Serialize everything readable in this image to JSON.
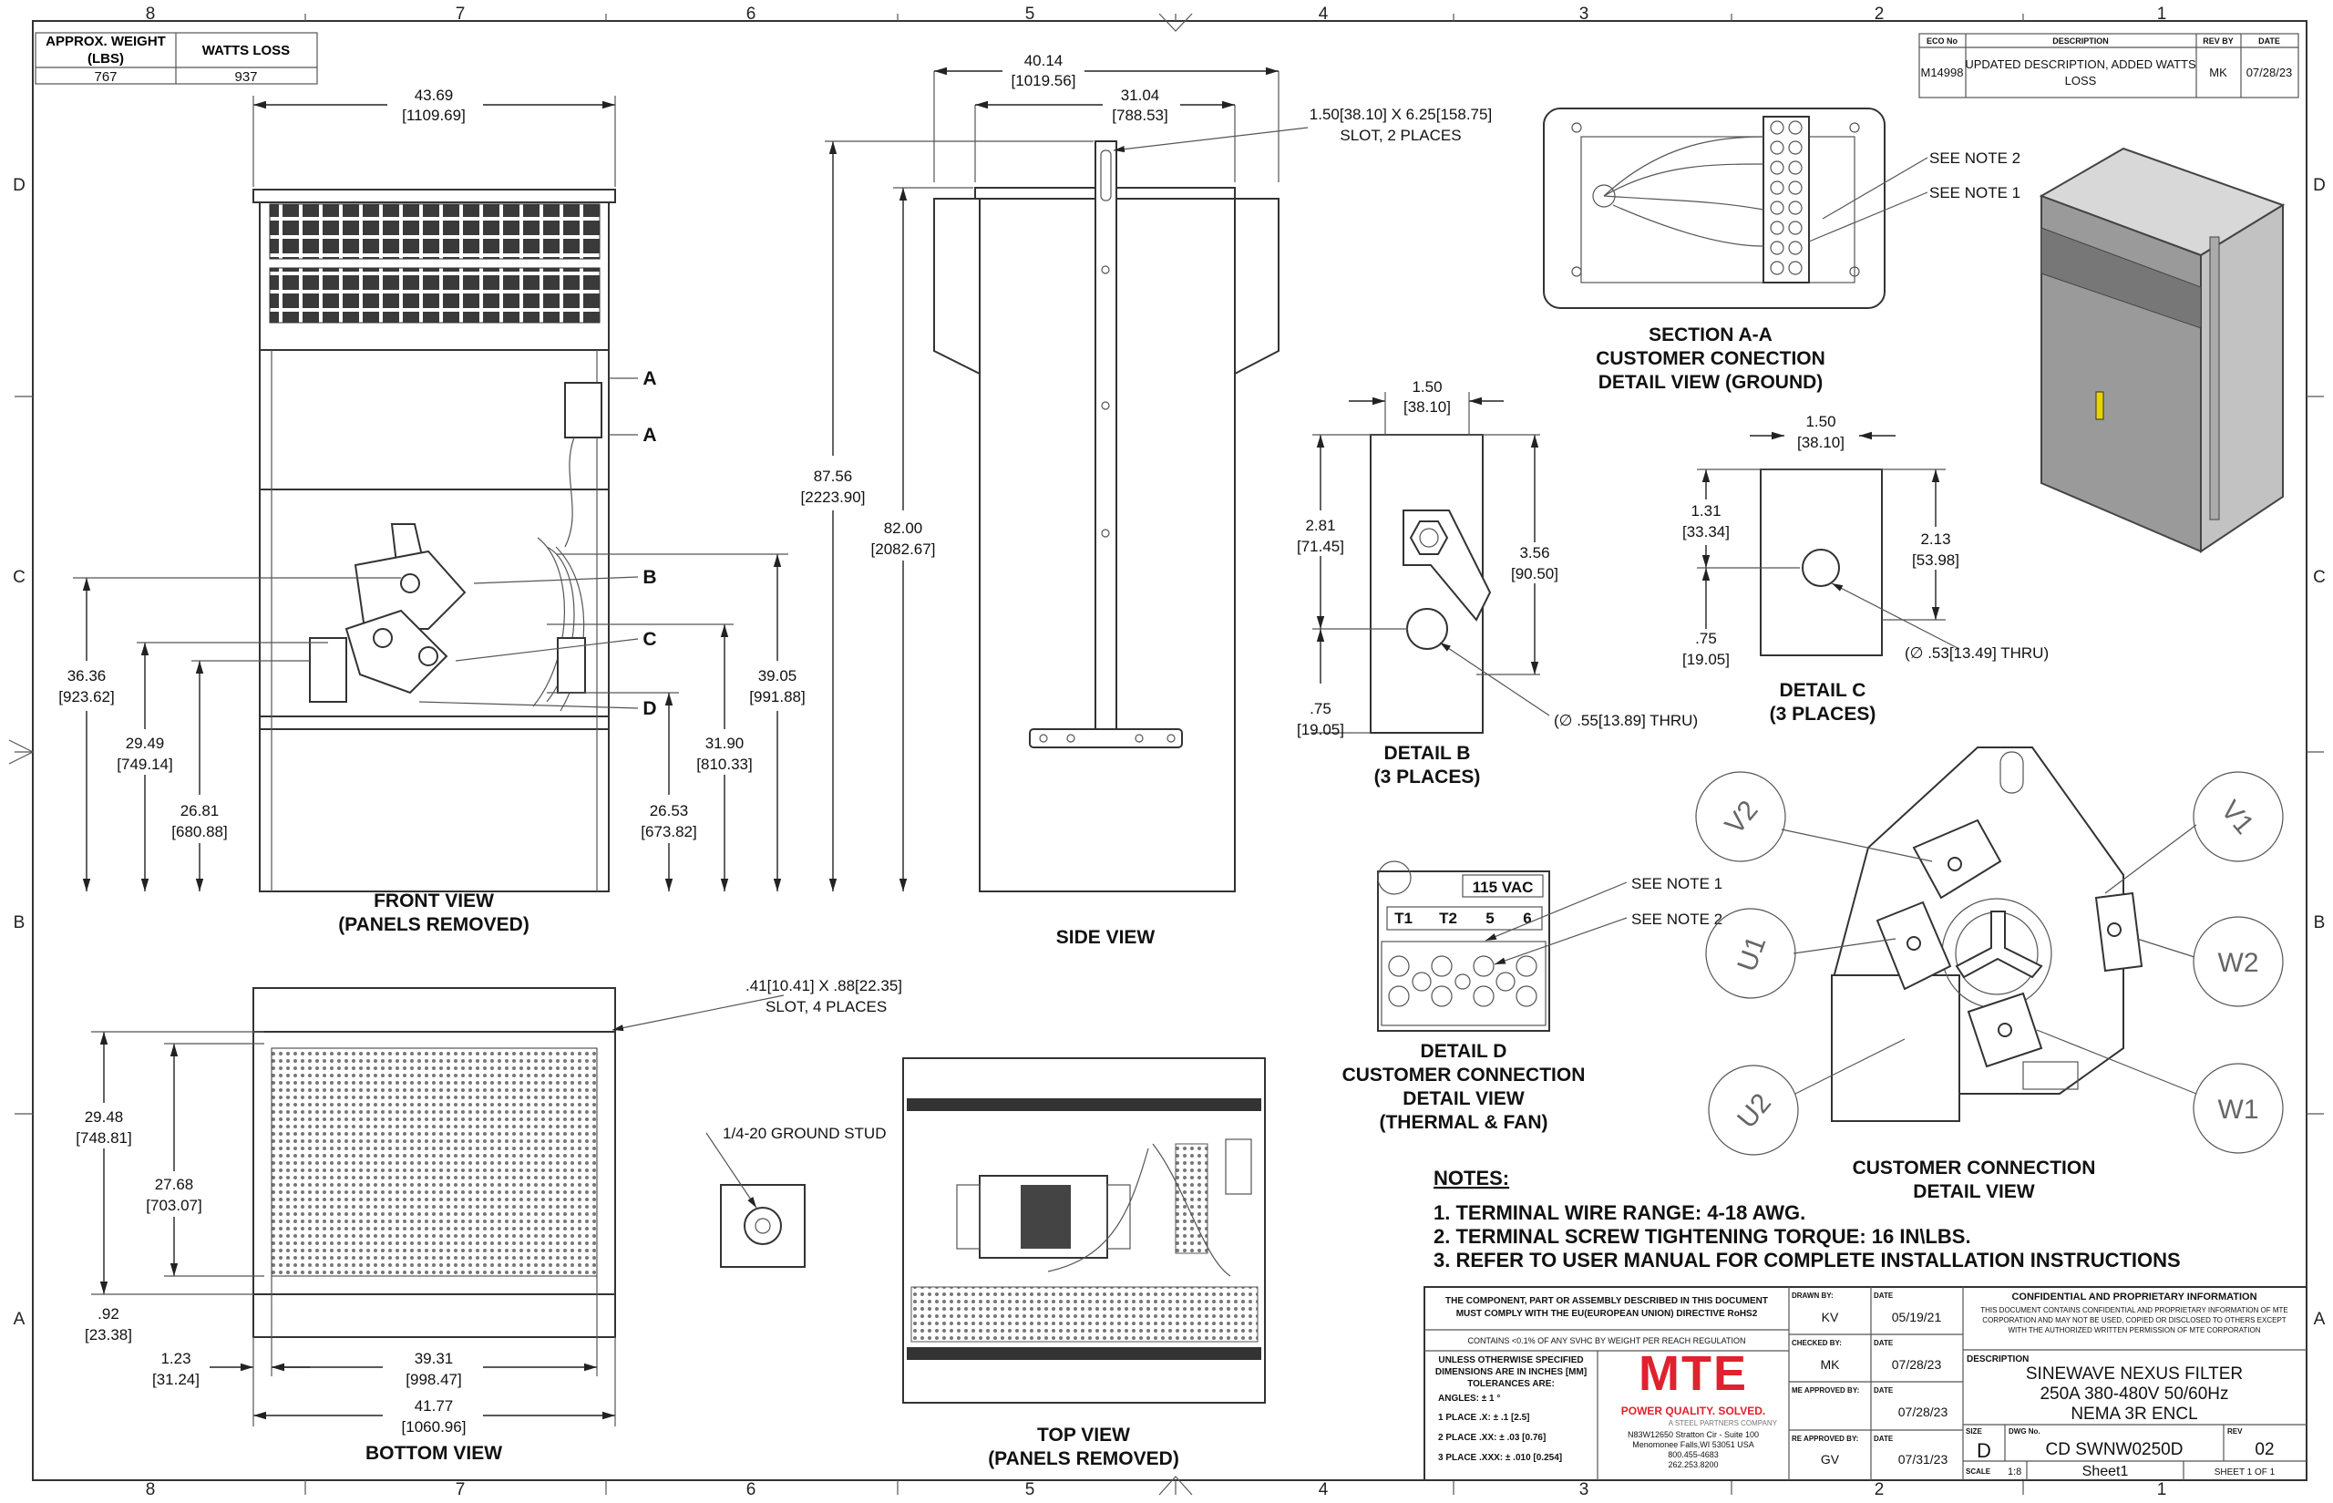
{
  "zones": {
    "columns": [
      "8",
      "7",
      "6",
      "5",
      "4",
      "3",
      "2",
      "1"
    ],
    "rows": [
      "D",
      "C",
      "B",
      "A"
    ]
  },
  "weight_table": {
    "headers": [
      "APPROX. WEIGHT",
      "(LBS)",
      "WATTS LOSS"
    ],
    "values": [
      "767",
      "937"
    ]
  },
  "revision_table": {
    "headers": [
      "ECO No",
      "DESCRIPTION",
      "REV BY",
      "DATE"
    ],
    "row": {
      "eco": "M14998",
      "description": [
        "UPDATED DESCRIPTION, ADDED WATTS",
        "LOSS"
      ],
      "rev_by": "MK",
      "date": "07/28/23"
    }
  },
  "front_view": {
    "title": [
      "FRONT VIEW",
      "(PANELS REMOVED)"
    ],
    "callouts": [
      "A",
      "A",
      "B",
      "C",
      "D"
    ],
    "dims": [
      {
        "value": "43.69",
        "mm": "[1109.69]"
      },
      {
        "value": "36.36",
        "mm": "[923.62]"
      },
      {
        "value": "29.49",
        "mm": "[749.14]"
      },
      {
        "value": "26.81",
        "mm": "[680.88]"
      },
      {
        "value": "39.05",
        "mm": "[991.88]"
      },
      {
        "value": "31.90",
        "mm": "[810.33]"
      },
      {
        "value": "26.53",
        "mm": "[673.82]"
      }
    ]
  },
  "side_view": {
    "title": "SIDE VIEW",
    "slot_note": [
      "1.50[38.10] X 6.25[158.75]",
      "SLOT, 2 PLACES"
    ],
    "dims": [
      {
        "value": "40.14",
        "mm": "[1019.56]"
      },
      {
        "value": "31.04",
        "mm": "[788.53]"
      },
      {
        "value": "87.56",
        "mm": "[2223.90]"
      },
      {
        "value": "82.00",
        "mm": "[2082.67]"
      }
    ]
  },
  "section_aa": {
    "title": [
      "SECTION A-A",
      "CUSTOMER CONECTION",
      "DETAIL VIEW (GROUND)"
    ],
    "notes": [
      "SEE NOTE 2",
      "SEE NOTE 1"
    ]
  },
  "detail_b": {
    "title": [
      "DETAIL B",
      "(3 PLACES)"
    ],
    "hole": "(∅ .55[13.89] THRU)",
    "dims": [
      {
        "value": "1.50",
        "mm": "[38.10]"
      },
      {
        "value": "2.81",
        "mm": "[71.45]"
      },
      {
        "value": "3.56",
        "mm": "[90.50]"
      },
      {
        "value": ".75",
        "mm": "[19.05]"
      }
    ]
  },
  "detail_c": {
    "title": [
      "DETAIL C",
      "(3 PLACES)"
    ],
    "hole": "(∅ .53[13.49] THRU)",
    "dims": [
      {
        "value": "1.50",
        "mm": "[38.10]"
      },
      {
        "value": "1.31",
        "mm": "[33.34]"
      },
      {
        "value": "2.13",
        "mm": "[53.98]"
      },
      {
        "value": ".75",
        "mm": "[19.05]"
      }
    ]
  },
  "detail_d": {
    "title": [
      "DETAIL D",
      "CUSTOMER CONNECTION",
      "DETAIL VIEW",
      "(THERMAL & FAN)"
    ],
    "voltage": "115 VAC",
    "terminals": [
      "T1",
      "T2",
      "5",
      "6"
    ],
    "notes": [
      "SEE NOTE 1",
      "SEE NOTE 2"
    ]
  },
  "customer_connection": {
    "title": [
      "CUSTOMER CONNECTION",
      "DETAIL VIEW"
    ],
    "phases": [
      "V2",
      "V1",
      "U1",
      "W2",
      "U2",
      "W1"
    ]
  },
  "bottom_view": {
    "title": "BOTTOM VIEW",
    "slot_note": [
      ".41[10.41] X .88[22.35]",
      "SLOT, 4 PLACES"
    ],
    "dims": [
      {
        "value": "29.48",
        "mm": "[748.81]"
      },
      {
        "value": "27.68",
        "mm": "[703.07]"
      },
      {
        "value": ".92",
        "mm": "[23.38]"
      },
      {
        "value": "1.23",
        "mm": "[31.24]"
      },
      {
        "value": "39.31",
        "mm": "[998.47]"
      },
      {
        "value": "41.77",
        "mm": "[1060.96]"
      }
    ]
  },
  "top_view": {
    "title": [
      "TOP VIEW",
      "(PANELS REMOVED)"
    ],
    "ground_stud": "1/4-20 GROUND STUD"
  },
  "notes": {
    "heading": "NOTES:",
    "items": [
      "1.  TERMINAL WIRE RANGE: 4-18 AWG.",
      "2.  TERMINAL SCREW TIGHTENING TORQUE: 16 IN\\LBS.",
      "3.  REFER TO USER MANUAL FOR COMPLETE INSTALLATION INSTRUCTIONS"
    ]
  },
  "title_block": {
    "rohs": [
      "THE COMPONENT, PART OR ASSEMBLY DESCRIBED IN THIS DOCUMENT",
      "MUST COMPLY WITH THE EU(EUROPEAN UNION) DIRECTIVE RoHS2"
    ],
    "reach": "CONTAINS <0.1% OF ANY SVHC BY WEIGHT PER REACH REGULATION",
    "tolerances": [
      "UNLESS OTHERWISE SPECIFIED",
      "DIMENSIONS ARE IN INCHES [MM]",
      "TOLERANCES ARE:",
      "ANGLES: ± 1 °",
      "1 PLACE .X: ± .1 [2.5]",
      "2 PLACE .XX: ± .03 [0.76]",
      "3 PLACE .XXX: ± .010 [0.254]"
    ],
    "logo": {
      "text": "MTE",
      "tagline": "POWER QUALITY. SOLVED.",
      "sub": "A STEEL PARTNERS COMPANY",
      "color": "#e0212e"
    },
    "address": [
      "N83W12650 Stratton Cir - Suite 100",
      "Menomonee Falls,WI 53051 USA",
      "800.455-4683",
      "262.253.8200"
    ],
    "approvals": [
      {
        "label": "DRAWN BY:",
        "name": "KV",
        "date_label": "DATE",
        "date": "05/19/21"
      },
      {
        "label": "CHECKED BY:",
        "name": "MK",
        "date_label": "DATE",
        "date": "07/28/23"
      },
      {
        "label": "ME APPROVED BY:",
        "name": "",
        "date_label": "DATE",
        "date": "07/28/23"
      },
      {
        "label": "RE APPROVED BY:",
        "name": "GV",
        "date_label": "DATE",
        "date": "07/31/23"
      }
    ],
    "confidential": [
      "CONFIDENTIAL AND PROPRIETARY INFORMATION",
      "THIS DOCUMENT CONTAINS CONFIDENTIAL AND PROPRIETARY INFORMATION OF MTE",
      "CORPORATION AND MAY NOT BE USED, COPIED OR DISCLOSED TO OTHERS EXCEPT",
      "WITH THE AUTHORIZED WRITTEN PERMISSION OF MTE CORPORATION"
    ],
    "description_label": "DESCRIPTION",
    "description": [
      "SINEWAVE NEXUS FILTER",
      "250A 380-480V 50/60Hz",
      "NEMA 3R ENCL"
    ],
    "size_label": "SIZE",
    "size": "D",
    "dwg_label": "DWG No.",
    "dwg_no": "CD SWNW0250D",
    "rev_label": "REV",
    "rev": "02",
    "scale_label": "SCALE",
    "scale": "1:8",
    "sheet_name": "Sheet1",
    "sheet": "SHEET 1  OF 1"
  }
}
